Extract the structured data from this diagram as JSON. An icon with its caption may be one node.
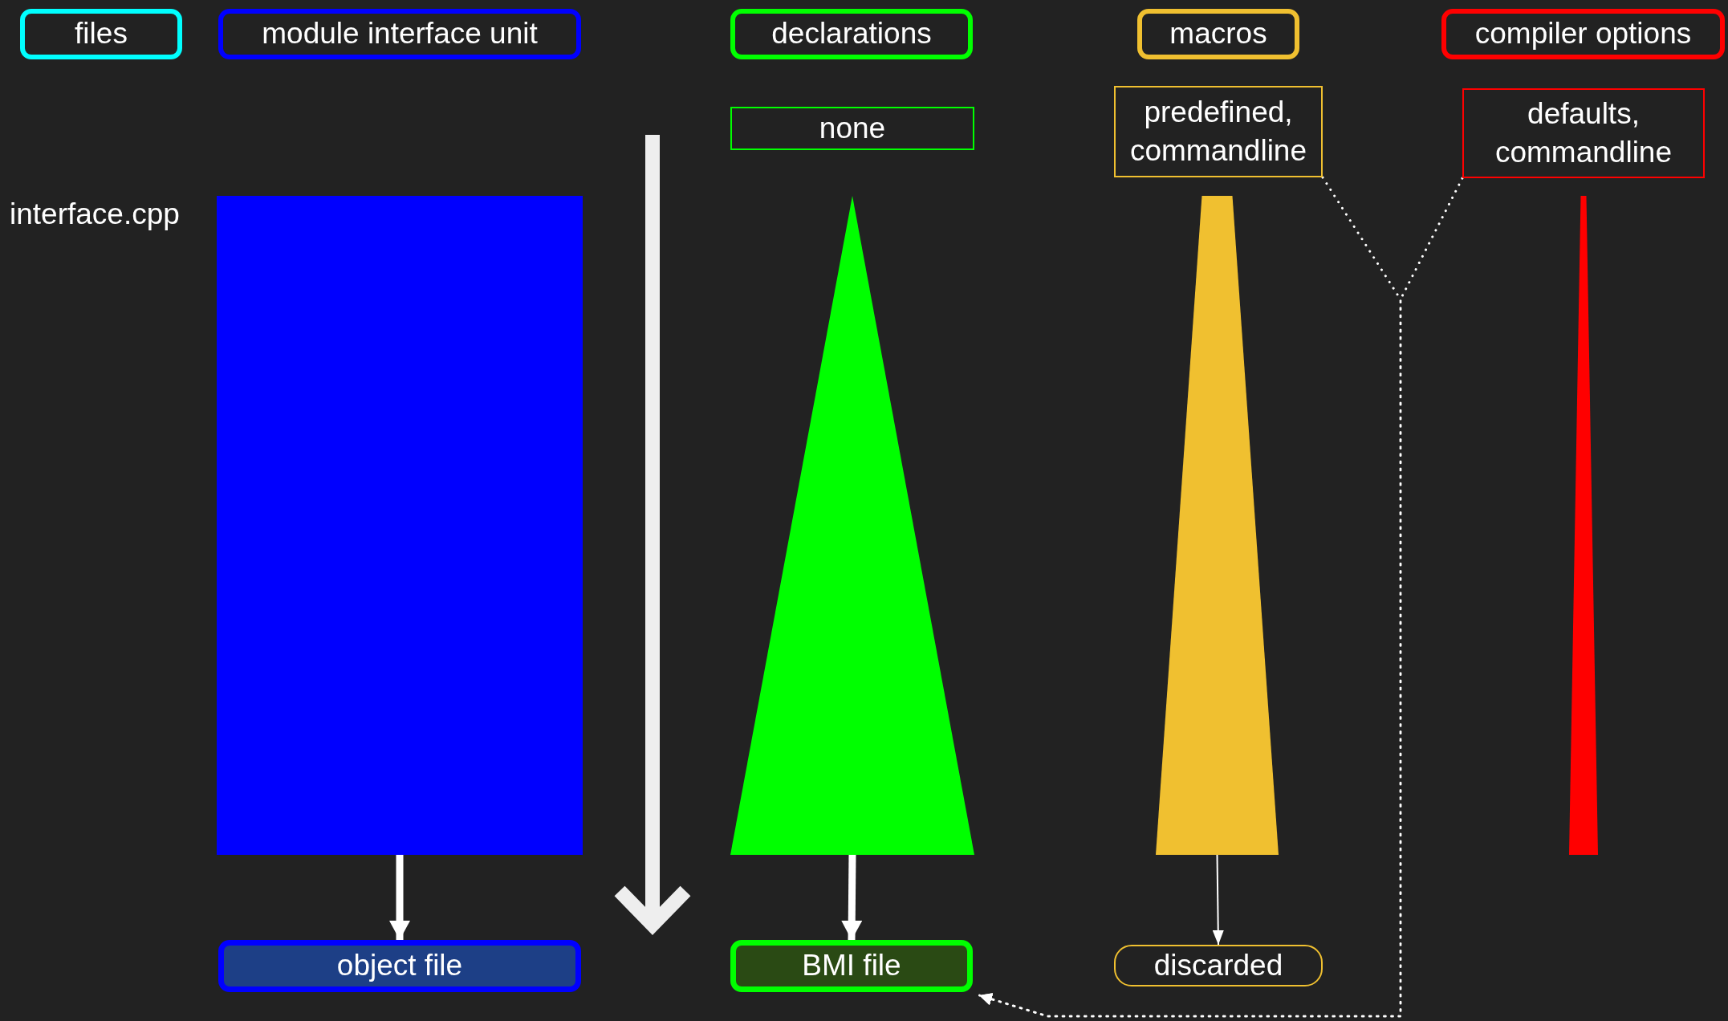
{
  "diagram": {
    "nodes": [
      {
        "text": [
          "files"
        ]
      },
      {
        "text": [
          "module interface unit"
        ]
      },
      {
        "text": [
          "declarations"
        ]
      },
      {
        "text": [
          "macros"
        ]
      },
      {
        "text": [
          "compiler options"
        ]
      },
      {
        "text": [
          "none"
        ]
      },
      {
        "text": [
          "predefined, commandline"
        ]
      },
      {
        "text": [
          "defaults, commandline"
        ]
      },
      {
        "text": [],
        "shape": "box"
      },
      {
        "text": [],
        "shape": "triangle"
      },
      {
        "text": [],
        "shape": "trapezoid"
      },
      {
        "text": [],
        "shape": "trapezoid"
      },
      {
        "text": [
          "object file"
        ]
      },
      {
        "text": [
          "BMI file"
        ]
      },
      {
        "text": [
          "discarded"
        ]
      }
    ],
    "edges": [
      {
        "from": 8,
        "to": 12,
        "arrow": "to",
        "style": "thick"
      },
      {
        "from": 9,
        "to": 13,
        "arrow": "to",
        "style": "thick"
      },
      {
        "from": 10,
        "to": 14,
        "arrow": "to"
      },
      {
        "from": 6,
        "to": 13,
        "arrow": "to",
        "style": "dashed"
      },
      {
        "from": 7,
        "to": 13,
        "arrow": "to",
        "style": "dashed"
      }
    ],
    "labels": [
      "interface.cpp"
    ]
  }
}
